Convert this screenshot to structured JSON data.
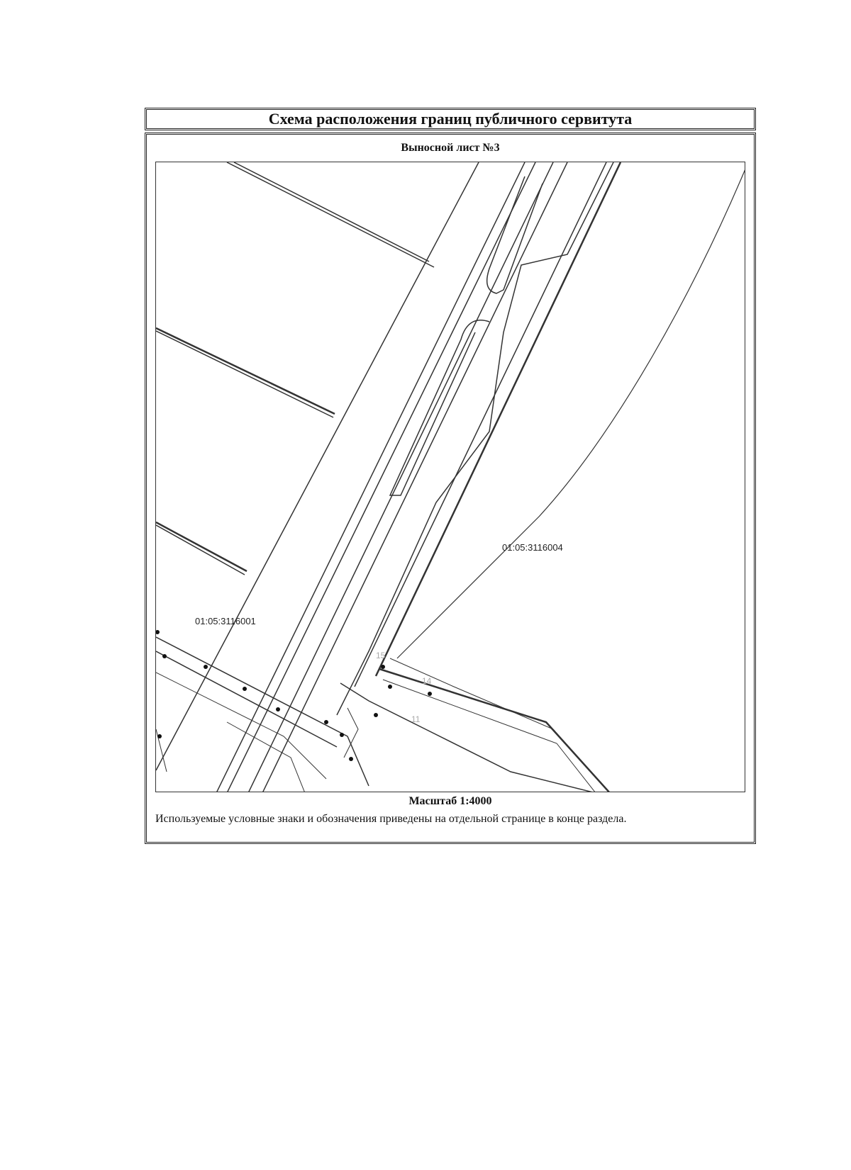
{
  "document": {
    "title": "Схема расположения границ публичного сервитута",
    "sheet_title": "Выносной лист №3",
    "scale_text": "Масштаб 1:4000",
    "note": "Используемые условные знаки и обозначения приведены на отдельной странице в конце раздела."
  },
  "map": {
    "parcel_labels": [
      "01:05:3116004",
      "01:05:3116001"
    ],
    "point_numbers": [
      "15",
      "14",
      "11"
    ]
  }
}
